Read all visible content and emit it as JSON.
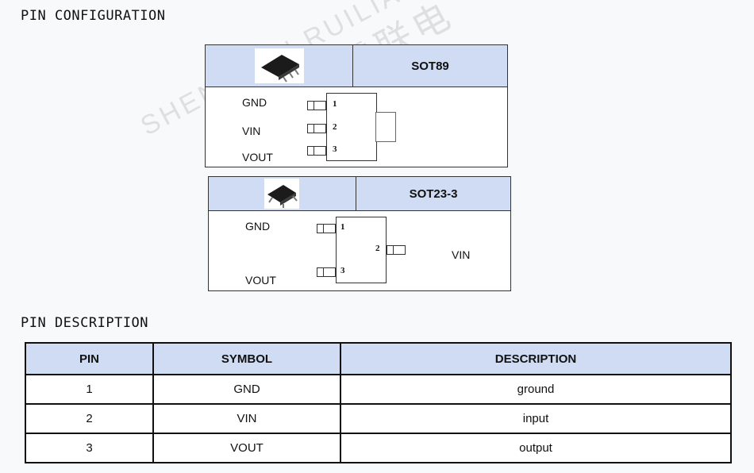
{
  "headings": {
    "pin_config": "PIN CONFIGURATION",
    "pin_desc": "PIN DESCRIPTION"
  },
  "watermark": {
    "latin": "SHENZHEN RUILIAN",
    "cn": "深圳市睿联电"
  },
  "packages": [
    {
      "name": "SOT89",
      "pins": [
        {
          "num": "1",
          "label": "GND"
        },
        {
          "num": "2",
          "label": "VIN"
        },
        {
          "num": "3",
          "label": "VOUT"
        }
      ]
    },
    {
      "name": "SOT23-3",
      "pins": [
        {
          "num": "1",
          "label": "GND"
        },
        {
          "num": "2",
          "label": "VIN"
        },
        {
          "num": "3",
          "label": "VOUT"
        }
      ]
    }
  ],
  "table": {
    "headers": [
      "PIN",
      "SYMBOL",
      "DESCRIPTION"
    ],
    "rows": [
      [
        "1",
        "GND",
        "ground"
      ],
      [
        "2",
        "VIN",
        "input"
      ],
      [
        "3",
        "VOUT",
        "output"
      ]
    ]
  },
  "colors": {
    "header_fill": "#cfdcf3",
    "border": "#333333",
    "background": "#f8f9fb"
  }
}
